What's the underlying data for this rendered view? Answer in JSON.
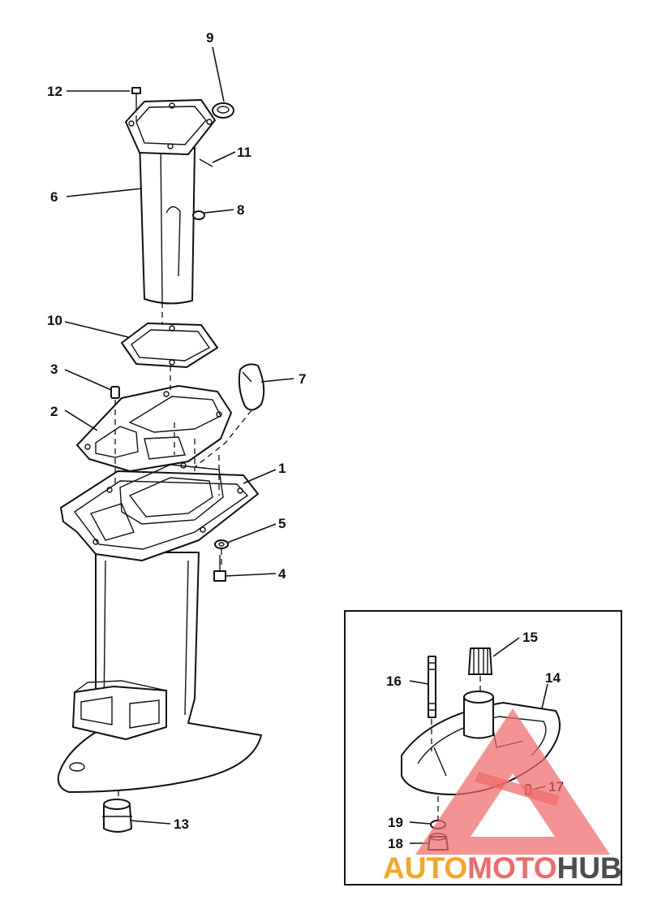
{
  "callouts": [
    "1",
    "2",
    "3",
    "4",
    "5",
    "6",
    "7",
    "8",
    "9",
    "10",
    "11",
    "12",
    "13",
    "14",
    "15",
    "16",
    "17",
    "18",
    "19"
  ],
  "watermark": {
    "part1": "AUTO",
    "part2": "MOTO",
    "part3": "HUB",
    "color_orange": "#f5a623",
    "color_salmon": "#f06a6a",
    "color_dark": "#4d4d4d"
  }
}
